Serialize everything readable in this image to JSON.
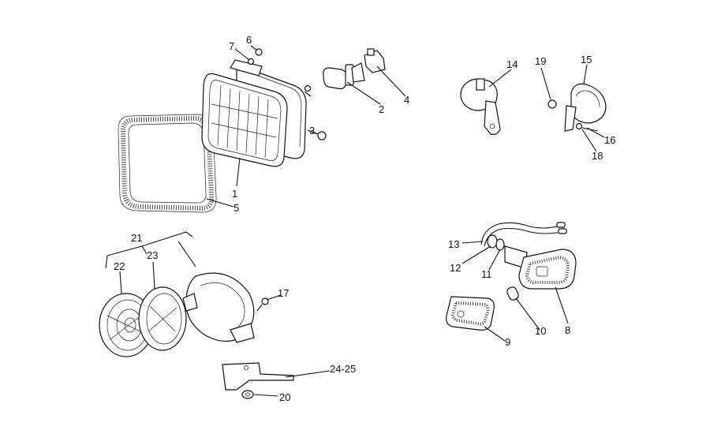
{
  "diagram": {
    "callouts": [
      {
        "id": "c1",
        "text": "1"
      },
      {
        "id": "c2",
        "text": "2"
      },
      {
        "id": "c3",
        "text": "3"
      },
      {
        "id": "c4",
        "text": "4"
      },
      {
        "id": "c5",
        "text": "5"
      },
      {
        "id": "c6",
        "text": "6"
      },
      {
        "id": "c7",
        "text": "7"
      },
      {
        "id": "c8",
        "text": "8"
      },
      {
        "id": "c9",
        "text": "9"
      },
      {
        "id": "c10",
        "text": "10"
      },
      {
        "id": "c11",
        "text": "11"
      },
      {
        "id": "c12",
        "text": "12"
      },
      {
        "id": "c13",
        "text": "13"
      },
      {
        "id": "c14",
        "text": "14"
      },
      {
        "id": "c15",
        "text": "15"
      },
      {
        "id": "c16",
        "text": "16"
      },
      {
        "id": "c17",
        "text": "17"
      },
      {
        "id": "c18",
        "text": "18"
      },
      {
        "id": "c19",
        "text": "19"
      },
      {
        "id": "c20",
        "text": "20"
      },
      {
        "id": "c21",
        "text": "21"
      },
      {
        "id": "c22",
        "text": "22"
      },
      {
        "id": "c23",
        "text": "23"
      },
      {
        "id": "c2425",
        "text": "24-25"
      }
    ]
  }
}
